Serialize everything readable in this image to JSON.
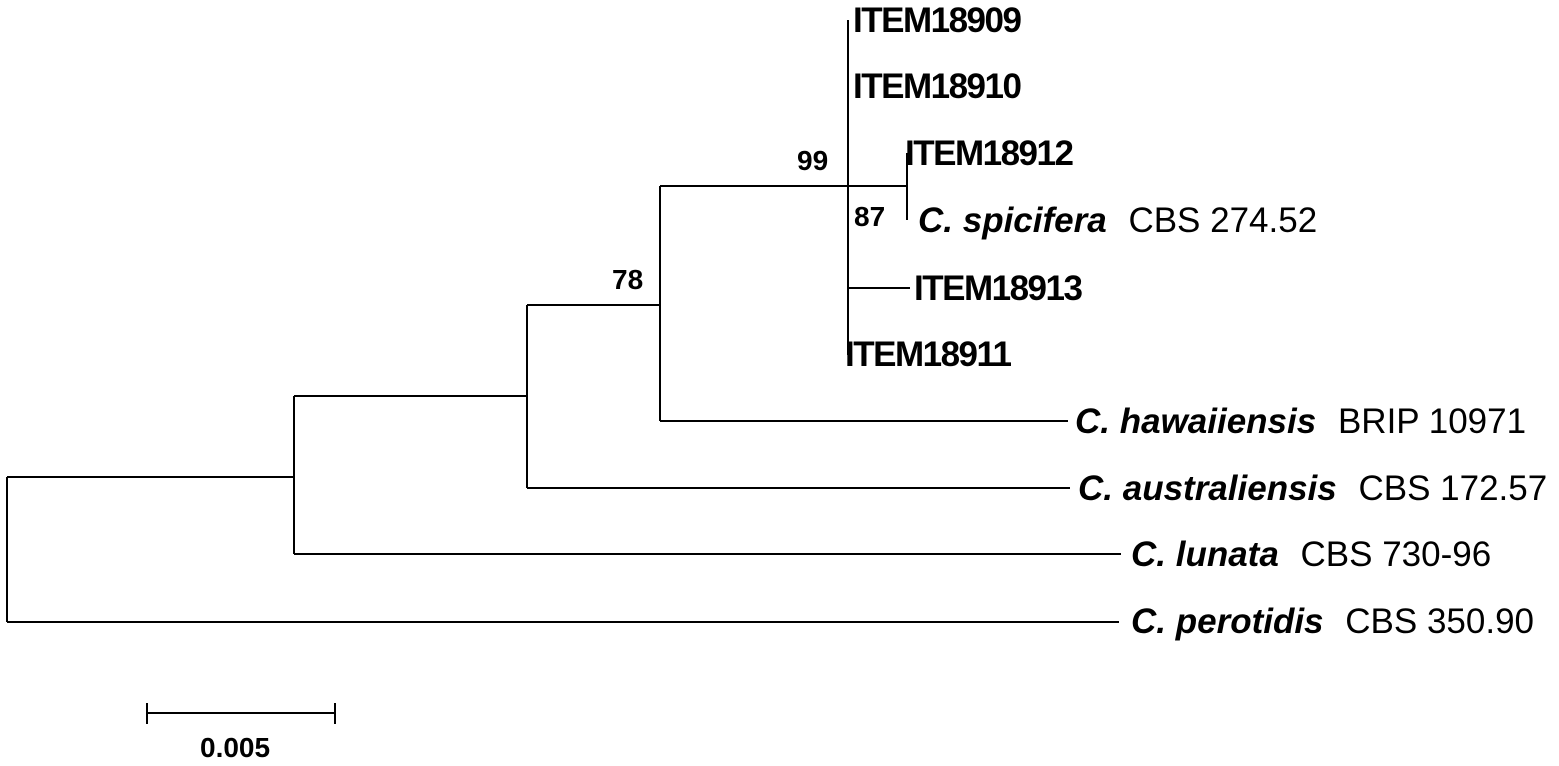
{
  "tree": {
    "leaves": [
      {
        "id": "item18909",
        "label": "ITEM18909"
      },
      {
        "id": "item18910",
        "label": "ITEM18910"
      },
      {
        "id": "item18912",
        "label": "ITEM18912"
      },
      {
        "id": "spicifera",
        "species": "C. spicifera",
        "strain": "CBS 274.52"
      },
      {
        "id": "item18913",
        "label": "ITEM18913"
      },
      {
        "id": "item18911",
        "label": "ITEM18911"
      },
      {
        "id": "hawaiiensis",
        "species": "C. hawaiiensis",
        "strain": "BRIP 10971"
      },
      {
        "id": "australiensis",
        "species": "C. australiensis",
        "strain": "CBS 172.57"
      },
      {
        "id": "lunata",
        "species": "C. lunata",
        "strain": "CBS 730-96"
      },
      {
        "id": "perotidis",
        "species": "C. perotidis",
        "strain": "CBS 350.90"
      }
    ],
    "support_values": [
      {
        "node": "item-clade",
        "value": "99"
      },
      {
        "node": "spicifera-clade",
        "value": "87"
      },
      {
        "node": "hawaiiensis-clade",
        "value": "78"
      }
    ],
    "scale_bar": {
      "label": "0.005",
      "value": 0.005
    }
  }
}
